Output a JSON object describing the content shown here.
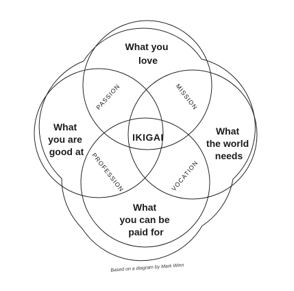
{
  "circles": {
    "love": [
      "What you",
      "love"
    ],
    "good_at": [
      "What",
      "you are",
      "good at"
    ],
    "world_needs": [
      "What",
      "the world",
      "needs"
    ],
    "paid_for": [
      "What",
      "you can be",
      "paid for"
    ]
  },
  "intersections": {
    "passion": "PASSION",
    "mission": "MISSION",
    "profession": "PROFESSION",
    "vocation": "VOCATION"
  },
  "center": "IKIGAI",
  "credit": "Based on a diagram by Mark Winn",
  "colors": {
    "stroke": "#222222",
    "text": "#1a1a1a",
    "background": "#ffffff"
  }
}
